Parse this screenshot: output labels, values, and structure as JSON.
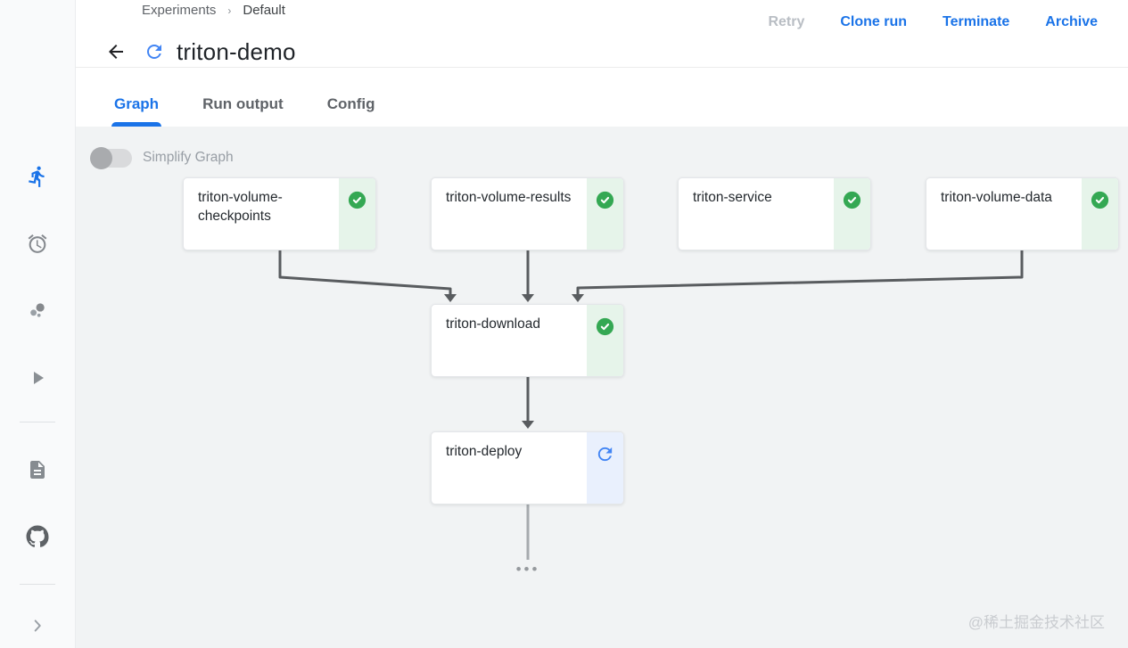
{
  "breadcrumb": {
    "items": [
      "Experiments",
      "Default"
    ],
    "separator": "›"
  },
  "header": {
    "title": "triton-demo",
    "status": "running"
  },
  "actions": [
    {
      "label": "Retry",
      "enabled": false
    },
    {
      "label": "Clone run",
      "enabled": true
    },
    {
      "label": "Terminate",
      "enabled": true
    },
    {
      "label": "Archive",
      "enabled": true
    }
  ],
  "tabs": [
    {
      "label": "Graph",
      "active": true
    },
    {
      "label": "Run output",
      "active": false
    },
    {
      "label": "Config",
      "active": false
    }
  ],
  "graph": {
    "simplify_toggle": {
      "label": "Simplify Graph",
      "state": "off"
    },
    "nodes": [
      {
        "label": "triton-volume-checkpoints",
        "status": "succeeded"
      },
      {
        "label": "triton-volume-results",
        "status": "succeeded"
      },
      {
        "label": "triton-service",
        "status": "succeeded"
      },
      {
        "label": "triton-volume-data",
        "status": "succeeded"
      },
      {
        "label": "triton-download",
        "status": "succeeded"
      },
      {
        "label": "triton-deploy",
        "status": "running"
      }
    ],
    "more_indicator": "•••"
  },
  "sidebar": {
    "icons": [
      "runs-icon",
      "recurring-runs-icon",
      "experiments-icon",
      "pipelines-icon",
      "artifacts-icon",
      "github-icon",
      "collapse-chevron-icon"
    ]
  },
  "watermark": "@稀土掘金技术社区",
  "colors": {
    "accent_blue": "#1a73e8",
    "running_blue": "#4285f4",
    "success_green": "#34a853",
    "success_strip": "#e6f4ea",
    "running_strip": "#e9f0fd",
    "canvas_bg": "#f1f3f4",
    "edge_dark": "#595c5f",
    "edge_light": "#a6aaae"
  }
}
